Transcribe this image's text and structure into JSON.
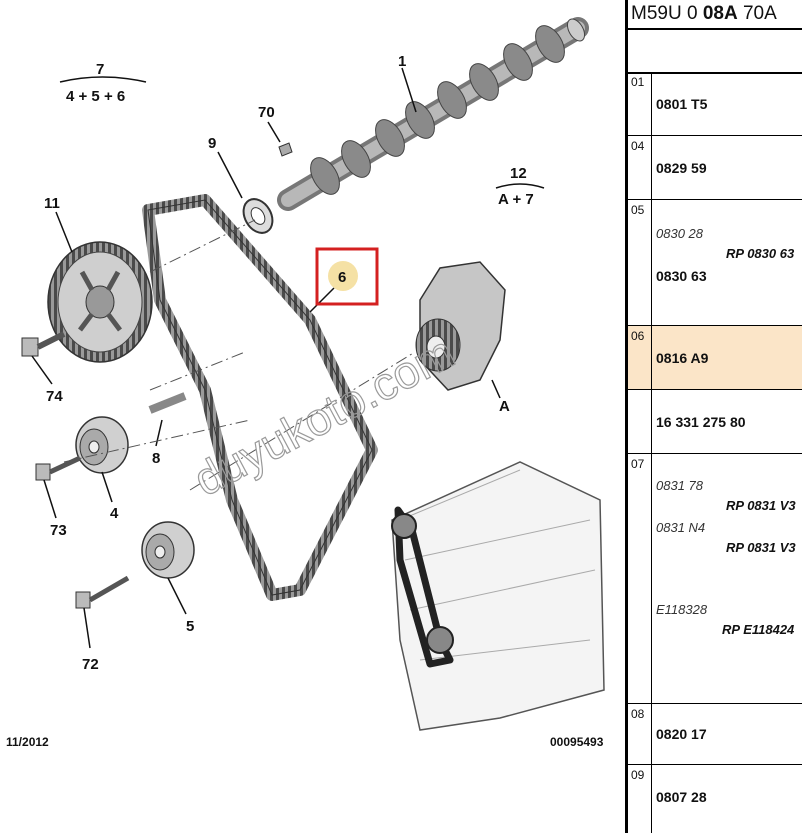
{
  "diagram": {
    "callouts": {
      "c1": "1",
      "c7": "7",
      "c7_sum": "4 + 5 + 6",
      "c70": "70",
      "c9": "9",
      "c11": "11",
      "c12": "12",
      "c12_sum": "A + 7",
      "c6": "6",
      "c74": "74",
      "c8": "8",
      "cA": "A",
      "c4": "4",
      "c73": "73",
      "c5": "5",
      "c72": "72"
    },
    "date": "11/2012",
    "drawing_no": "00095493",
    "watermark": "duyukoto.com",
    "highlight_color": "#d42020"
  },
  "panel": {
    "header_prefix": "M59U 0",
    "header_bold": "08A",
    "header_suffix": "70A",
    "rows": [
      {
        "num": "01",
        "ref": "0801 T5"
      },
      {
        "num": "04",
        "ref": "0829 59"
      },
      {
        "num": "05",
        "alt": "0830 28",
        "rp": "RP 0830 63",
        "ref": "0830 63"
      },
      {
        "num": "06",
        "ref": "0816 A9",
        "highlight": true
      },
      {
        "num": "",
        "ref": "16 331 275 80"
      },
      {
        "num": "07",
        "alt1": "0831 78",
        "rp1": "RP 0831 V3",
        "alt2": "0831 N4",
        "rp2": "RP 0831 V3",
        "alt3": "E118328",
        "rp3": "RP E118424"
      },
      {
        "num": "08",
        "ref": "0820 17"
      },
      {
        "num": "09",
        "ref": "0807 28"
      }
    ]
  }
}
